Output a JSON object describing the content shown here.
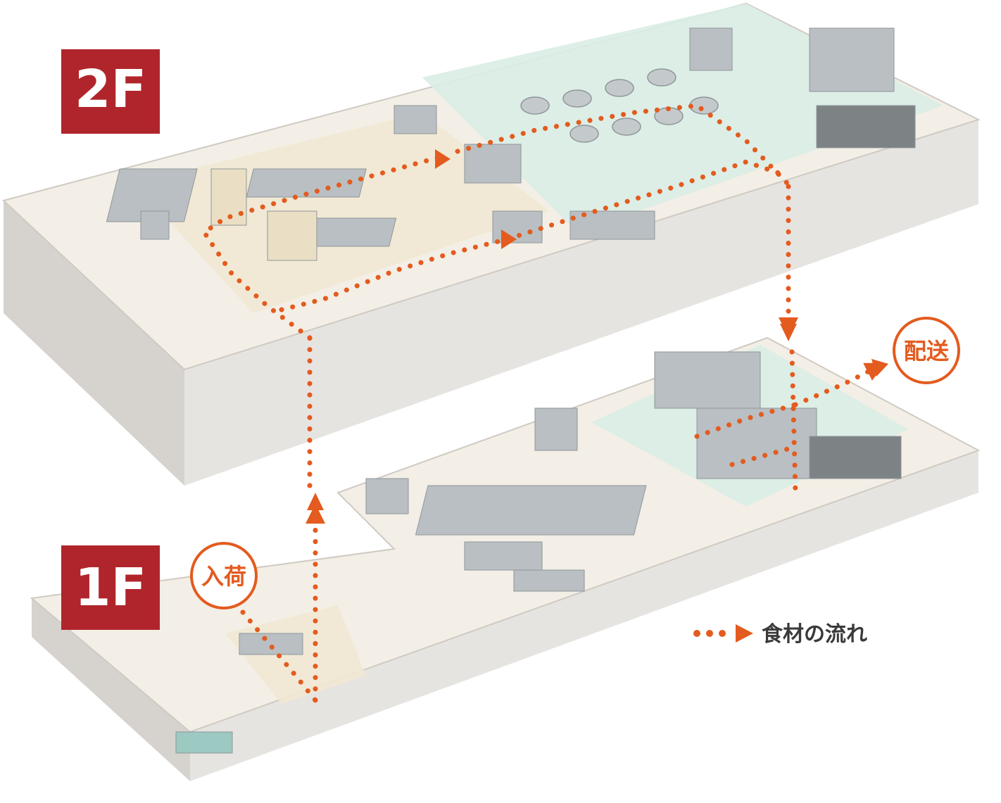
{
  "floors": {
    "upper": {
      "label": "2F"
    },
    "lower": {
      "label": "1F"
    }
  },
  "callouts": {
    "inbound": "入荷",
    "delivery": "配送"
  },
  "legend": {
    "text": "食材の流れ"
  },
  "colors": {
    "floor_badge": "#b0252b",
    "flow": "#e35b1f",
    "prep_zone": "#f1e8d3",
    "clean_zone": "#d9ede4",
    "wall": "#e4e2de"
  }
}
